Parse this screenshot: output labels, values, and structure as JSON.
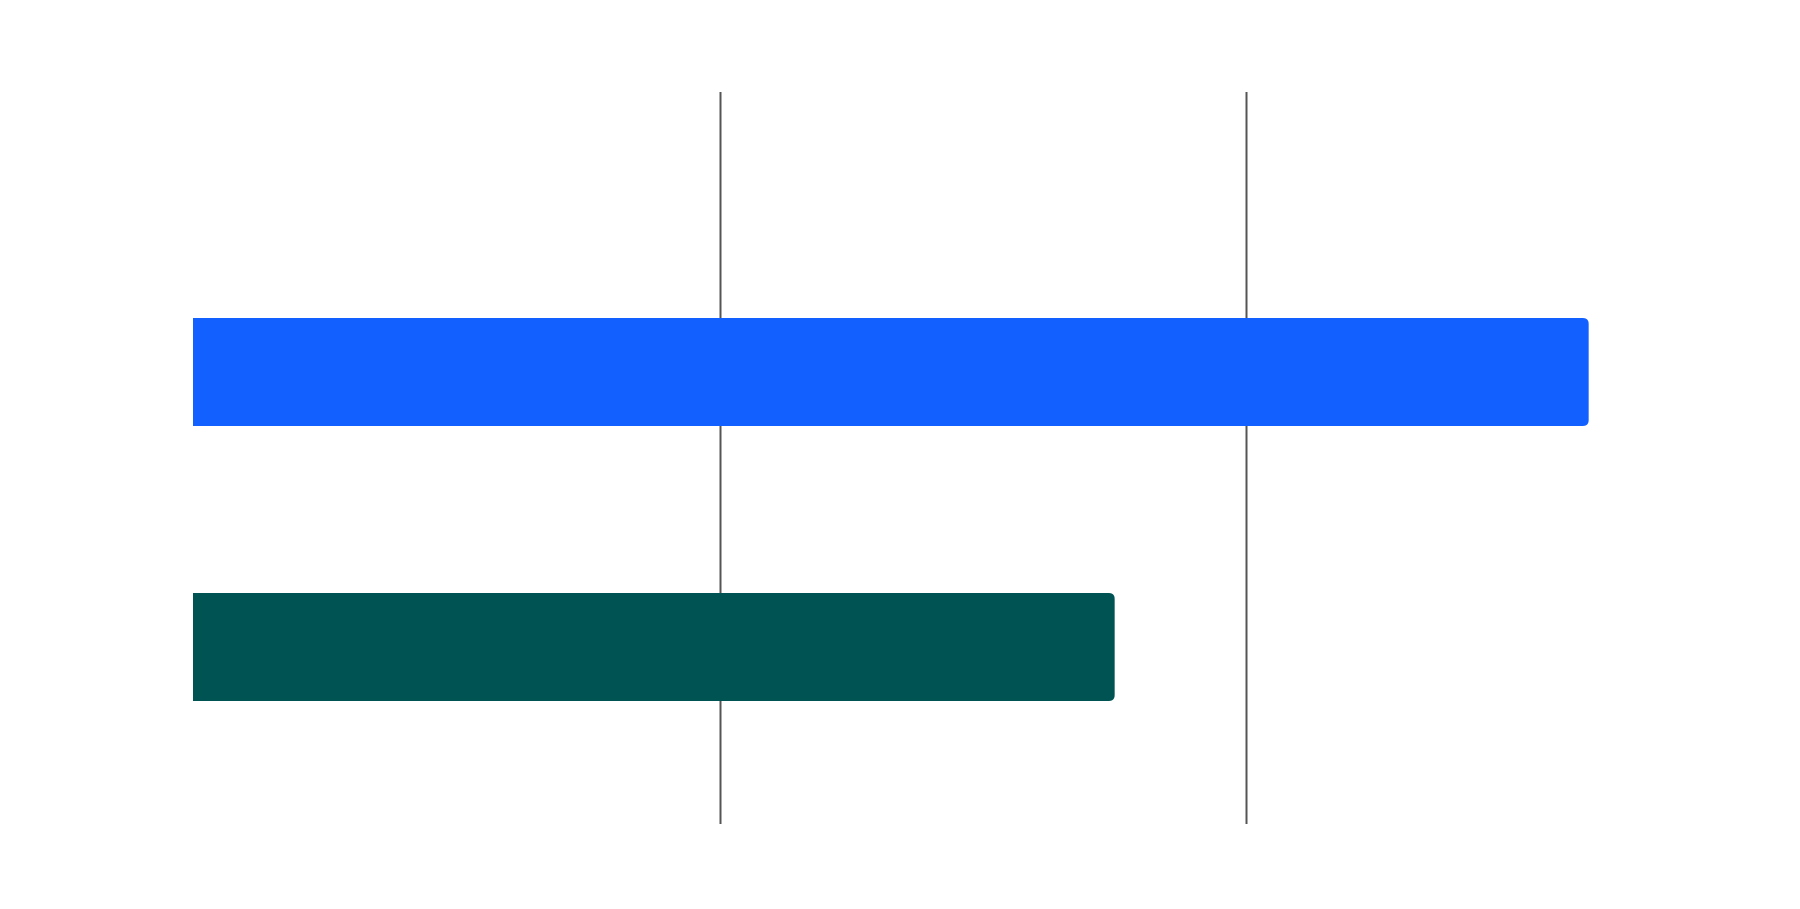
{
  "chart_data": {
    "type": "bar",
    "orientation": "horizontal",
    "title": "",
    "xlabel": "",
    "ylabel": "",
    "categories": [
      "",
      ""
    ],
    "values": [
      2.65,
      1.75
    ],
    "colors": [
      "#1160ff",
      "#005353"
    ],
    "xlim": [
      0,
      3
    ],
    "gridlines_at": [
      1,
      2
    ],
    "grid": "vertical",
    "legend": "none"
  }
}
